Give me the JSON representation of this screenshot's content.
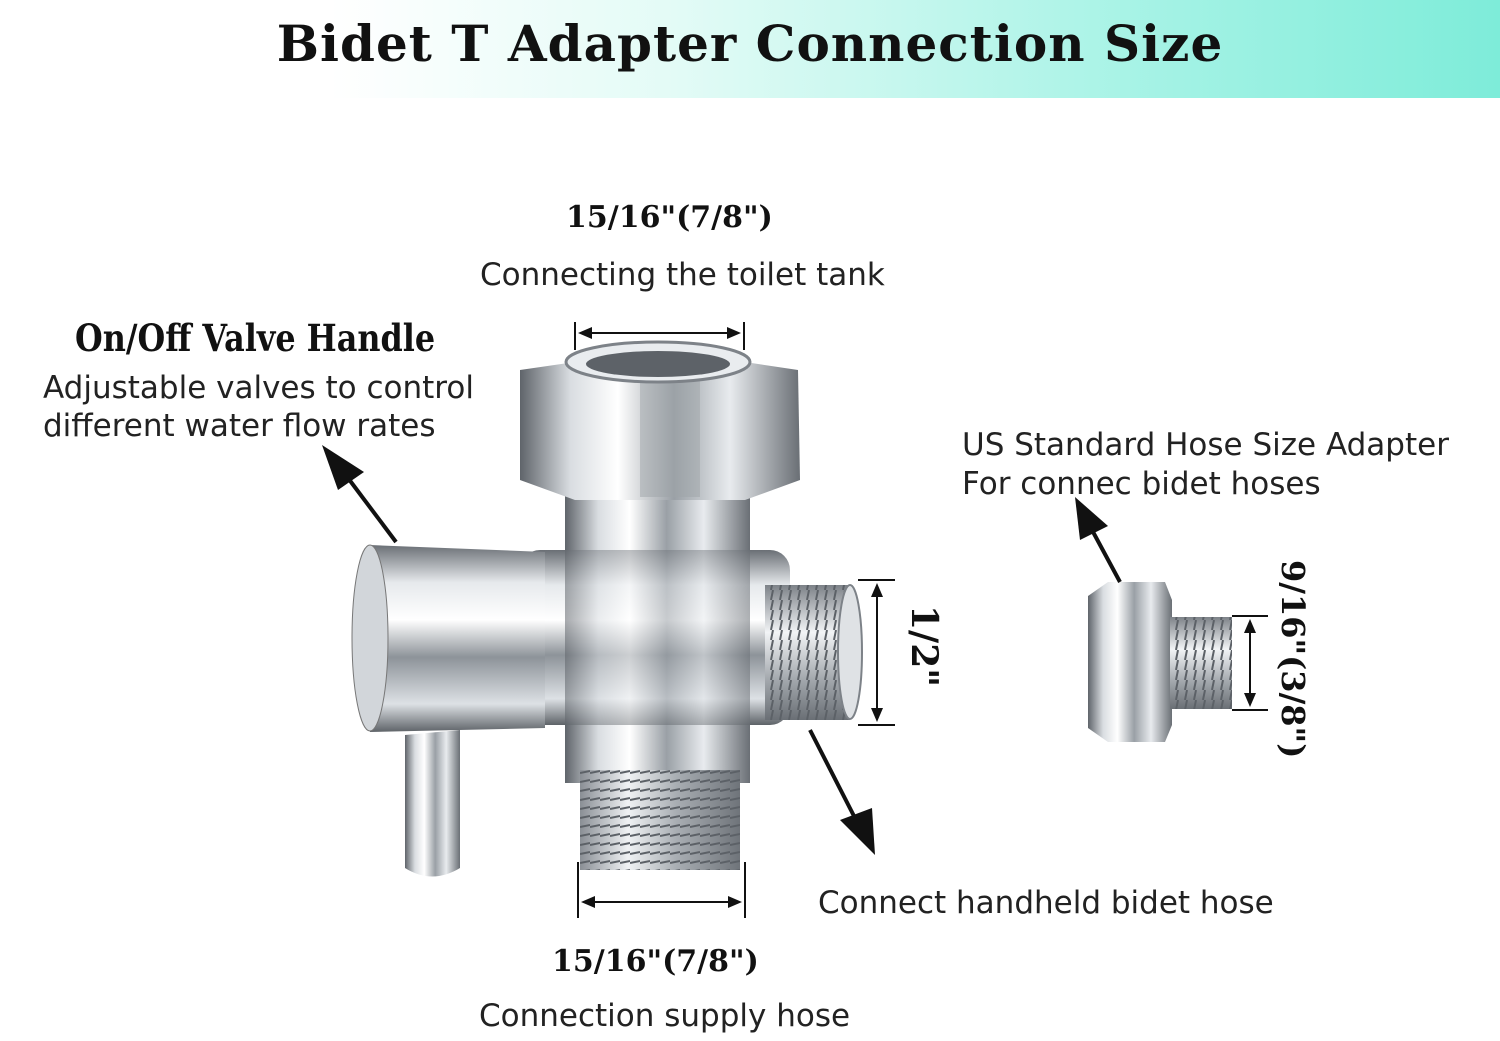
{
  "title": "Bidet T Adapter Connection Size",
  "top_port": {
    "size": "15/16\"(7/8\")",
    "description": "Connecting the toilet tank"
  },
  "valve": {
    "title": "On/Off Valve Handle",
    "description_line1": "Adjustable valves to control",
    "description_line2": "different water flow rates"
  },
  "side_port": {
    "size": "1/2\"",
    "description": "Connect handheld bidet hose"
  },
  "bottom_port": {
    "size": "15/16\"(7/8\")",
    "description": "Connection supply hose"
  },
  "hose_adapter": {
    "size": "9/16\"(3/8\")",
    "description_line1": "US Standard Hose Size Adapter",
    "description_line2": "For connec bidet hoses"
  },
  "colors": {
    "chrome_dark": "#6a6f75",
    "chrome_light": "#f4f6f8",
    "banner_accent": "#7eecd9",
    "text": "#111111"
  }
}
